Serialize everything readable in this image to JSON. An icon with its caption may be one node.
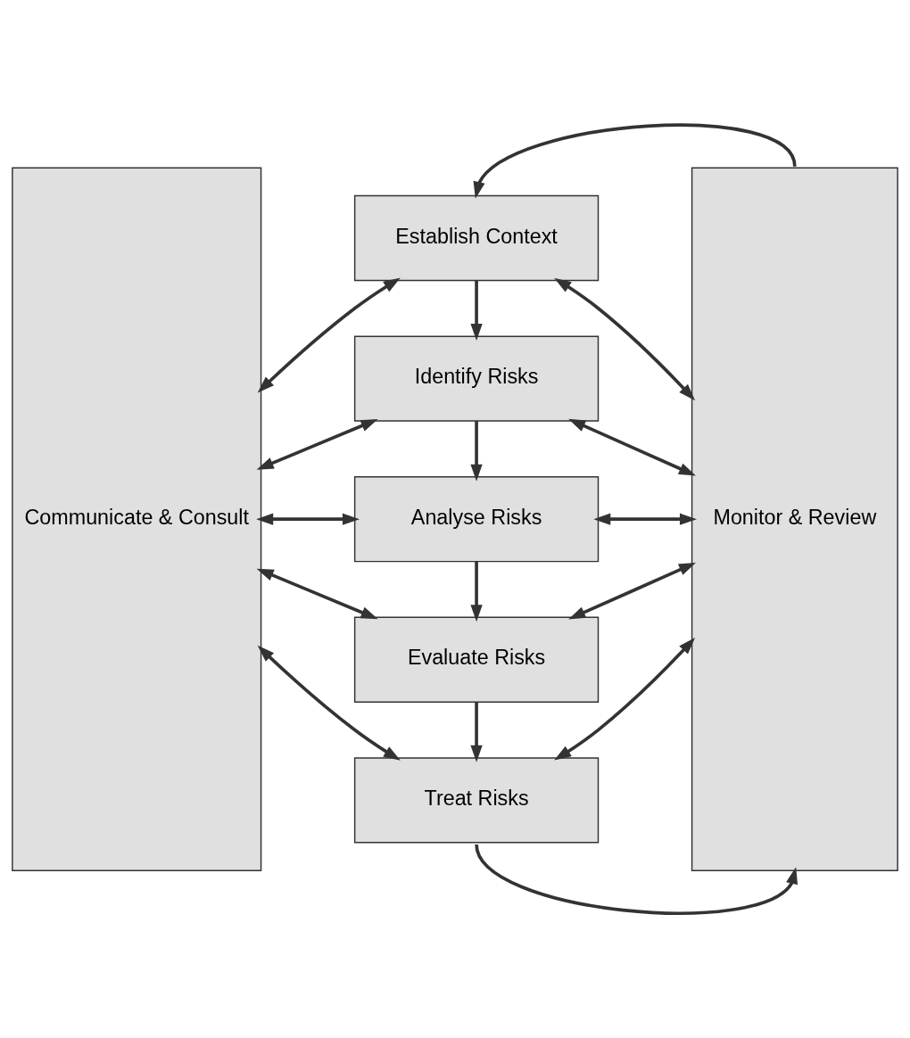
{
  "diagram": {
    "nodes": [
      {
        "text": [
          "Communicate & Consult"
        ]
      },
      {
        "text": [
          "Establish Context"
        ]
      },
      {
        "text": [
          "Identify Risks"
        ]
      },
      {
        "text": [
          "Analyse Risks"
        ]
      },
      {
        "text": [
          "Evaluate Risks"
        ]
      },
      {
        "text": [
          "Treat Risks"
        ]
      },
      {
        "text": [
          "Monitor & Review"
        ]
      }
    ],
    "edges": [
      {
        "from": 0,
        "to": 1,
        "arrow": "both"
      },
      {
        "from": 1,
        "to": 6,
        "arrow": "both"
      },
      {
        "from": 1,
        "to": 2,
        "arrow": "to"
      },
      {
        "from": 0,
        "to": 2,
        "arrow": "both"
      },
      {
        "from": 2,
        "to": 6,
        "arrow": "both"
      },
      {
        "from": 2,
        "to": 3,
        "arrow": "to"
      },
      {
        "from": 0,
        "to": 3,
        "arrow": "both"
      },
      {
        "from": 3,
        "to": 6,
        "arrow": "both"
      },
      {
        "from": 3,
        "to": 4,
        "arrow": "to"
      },
      {
        "from": 0,
        "to": 4,
        "arrow": "both"
      },
      {
        "from": 4,
        "to": 6,
        "arrow": "both"
      },
      {
        "from": 4,
        "to": 5,
        "arrow": "to"
      },
      {
        "from": 0,
        "to": 5,
        "arrow": "both"
      },
      {
        "from": 5,
        "to": 6,
        "arrow": "both"
      },
      {
        "from": 6,
        "to": 1,
        "arrow": "to"
      },
      {
        "from": 5,
        "to": 6,
        "arrow": "to"
      }
    ]
  }
}
